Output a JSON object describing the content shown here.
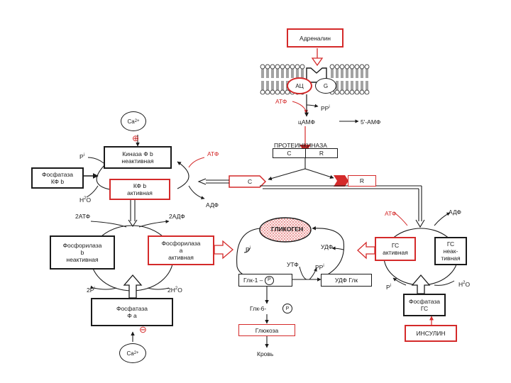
{
  "colors": {
    "accent": "#d42a2a",
    "line": "#1a1a1a"
  },
  "receptor": {
    "hormone": "Адреналин",
    "ac": "АЦ",
    "g": "G",
    "atp": "АТФ",
    "ppi": "PP",
    "ppi_sub": "i",
    "camp": "цАМФ",
    "amp": "5'-АМФ"
  },
  "pka": {
    "title": "ПРОТЕИНКИНАЗА",
    "c": "C",
    "r": "R",
    "c_free": "C",
    "r_free": "R"
  },
  "kinase": {
    "ca": "Ca",
    "ca_sup": "2+",
    "plus": "⊕",
    "inactive_line1": "Киназа  Ф  b",
    "inactive_line2": "неактивная",
    "active_line1": "КФ  b",
    "active_line2": "активная",
    "atp": "АТФ",
    "adp": "АДФ",
    "pi": "P",
    "pi_sub": "i",
    "h2o": "H",
    "h2o_tail": "O",
    "phosphatase_line1": "Фосфатаза",
    "phosphatase_line2": "КФ  b"
  },
  "phosphorylase": {
    "atp2": "2АТФ",
    "adp2": "2АДФ",
    "b_line1": "Фосфорилаза",
    "b_line2": "b",
    "b_line3": "неактивная",
    "a_line1": "Фосфорилаза",
    "a_line2": "а",
    "a_line3": "активная",
    "pi2": "2P",
    "pi2_sub": "i",
    "h2o2": "2H",
    "h2o2_tail": "O",
    "phosphatase_line1": "Фосфатаза",
    "phosphatase_line2": "Ф  а",
    "ca": "Ca",
    "ca_sup": "2+",
    "minus": "⊖"
  },
  "glycogen": {
    "label": "ГЛИКОГЕН",
    "pi": "P",
    "pi_sub": "i",
    "udp": "УДФ",
    "utp": "УТФ",
    "ppi": "PP",
    "ppi_sub": "i",
    "g1p": "Глк-1",
    "udpg": "УДФ Глк",
    "g6p": "Глк-6-",
    "p": "P",
    "glucose": "Глюкоза",
    "blood": "Кровь"
  },
  "synthase": {
    "atp": "АТФ",
    "adp": "АДФ",
    "active_line1": "ГС",
    "active_line2": "активная",
    "inactive_line1": "ГС",
    "inactive_line2": "неак-",
    "inactive_line3": "тивная",
    "pi": "P",
    "pi_sub": "i",
    "h2o": "H",
    "h2o_tail": "O",
    "phosphatase_line1": "Фосфатаза",
    "phosphatase_line2": "ГС",
    "insulin": "ИНСУЛИН"
  }
}
